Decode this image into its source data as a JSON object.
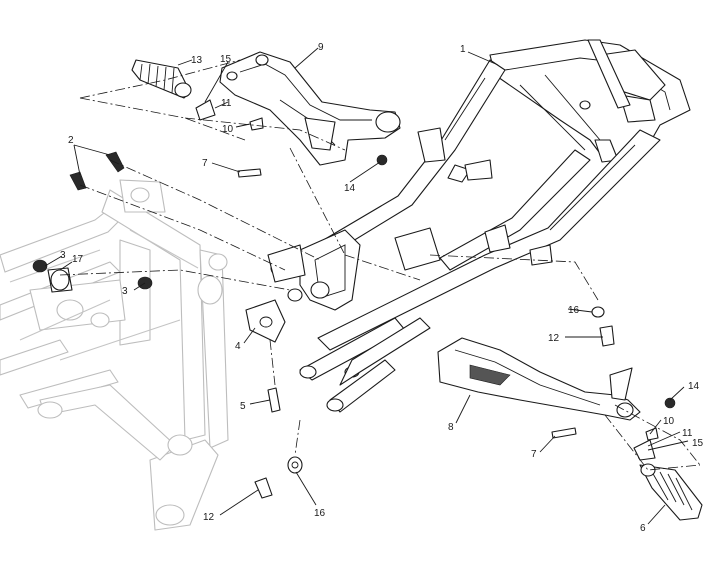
{
  "callouts": [
    {
      "id": "c1",
      "label": "1"
    },
    {
      "id": "c2",
      "label": "2"
    },
    {
      "id": "c3a",
      "label": "3"
    },
    {
      "id": "c3b",
      "label": "3"
    },
    {
      "id": "c4",
      "label": "4"
    },
    {
      "id": "c5",
      "label": "5"
    },
    {
      "id": "c6",
      "label": "6"
    },
    {
      "id": "c7a",
      "label": "7"
    },
    {
      "id": "c7b",
      "label": "7"
    },
    {
      "id": "c8",
      "label": "8"
    },
    {
      "id": "c9",
      "label": "9"
    },
    {
      "id": "c10a",
      "label": "10"
    },
    {
      "id": "c10b",
      "label": "10"
    },
    {
      "id": "c11a",
      "label": "11"
    },
    {
      "id": "c11b",
      "label": "11"
    },
    {
      "id": "c12a",
      "label": "12"
    },
    {
      "id": "c12b",
      "label": "12"
    },
    {
      "id": "c13",
      "label": "13"
    },
    {
      "id": "c14a",
      "label": "14"
    },
    {
      "id": "c14b",
      "label": "14"
    },
    {
      "id": "c15a",
      "label": "15"
    },
    {
      "id": "c15b",
      "label": "15"
    },
    {
      "id": "c16a",
      "label": "16"
    },
    {
      "id": "c16b",
      "label": "16"
    },
    {
      "id": "c17",
      "label": "17"
    }
  ]
}
